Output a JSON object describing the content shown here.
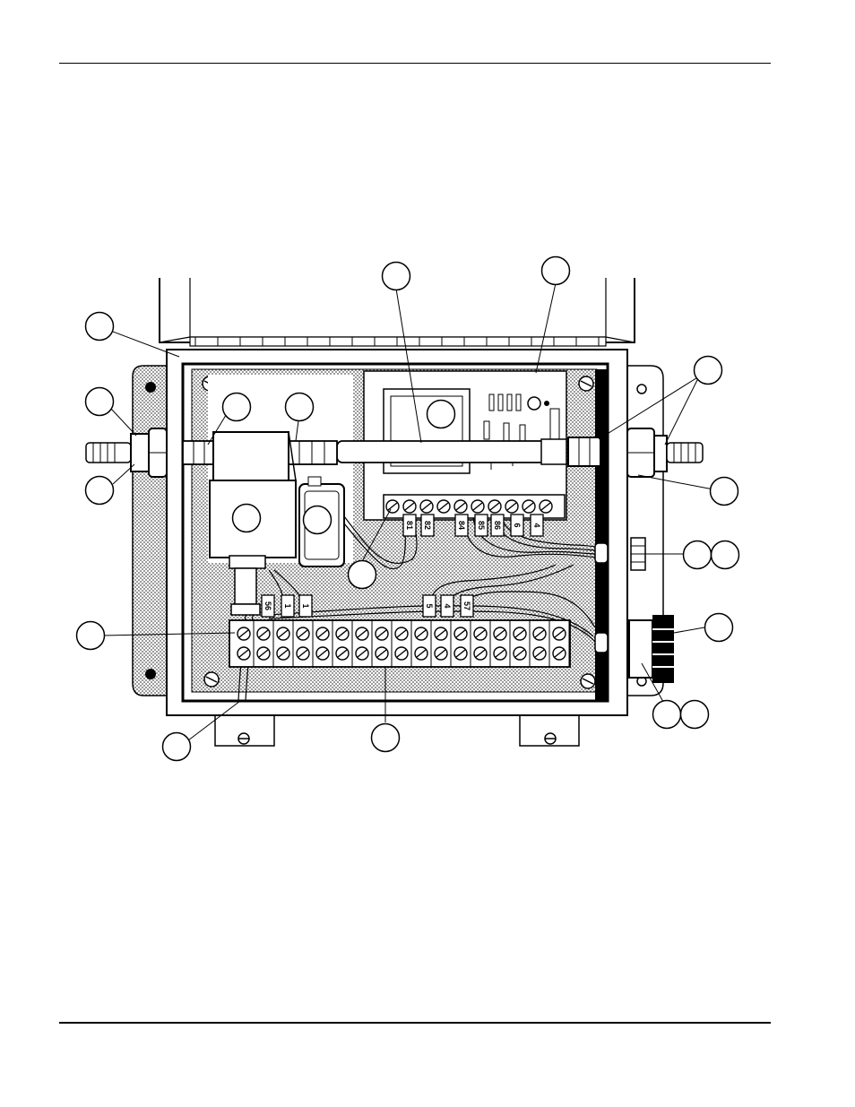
{
  "header": {},
  "footer": {},
  "figure": {
    "callouts": [
      {
        "id": "c1"
      },
      {
        "id": "c2"
      },
      {
        "id": "c3"
      },
      {
        "id": "c4"
      },
      {
        "id": "c5"
      },
      {
        "id": "c6"
      },
      {
        "id": "c7"
      },
      {
        "id": "c8"
      },
      {
        "id": "c9"
      },
      {
        "id": "c10"
      },
      {
        "id": "c11"
      },
      {
        "id": "c12"
      },
      {
        "id": "c13"
      },
      {
        "id": "c14"
      },
      {
        "id": "c15"
      },
      {
        "id": "c16"
      },
      {
        "id": "c17"
      },
      {
        "id": "c18"
      },
      {
        "id": "c19"
      },
      {
        "id": "c20"
      },
      {
        "id": "c21"
      }
    ],
    "upper_terminal_labels": [
      "81",
      "82",
      "84",
      "85",
      "86",
      "6",
      "4"
    ],
    "lower_terminal_labels": [
      "56",
      "1",
      "1",
      "5",
      "4",
      "57"
    ]
  }
}
